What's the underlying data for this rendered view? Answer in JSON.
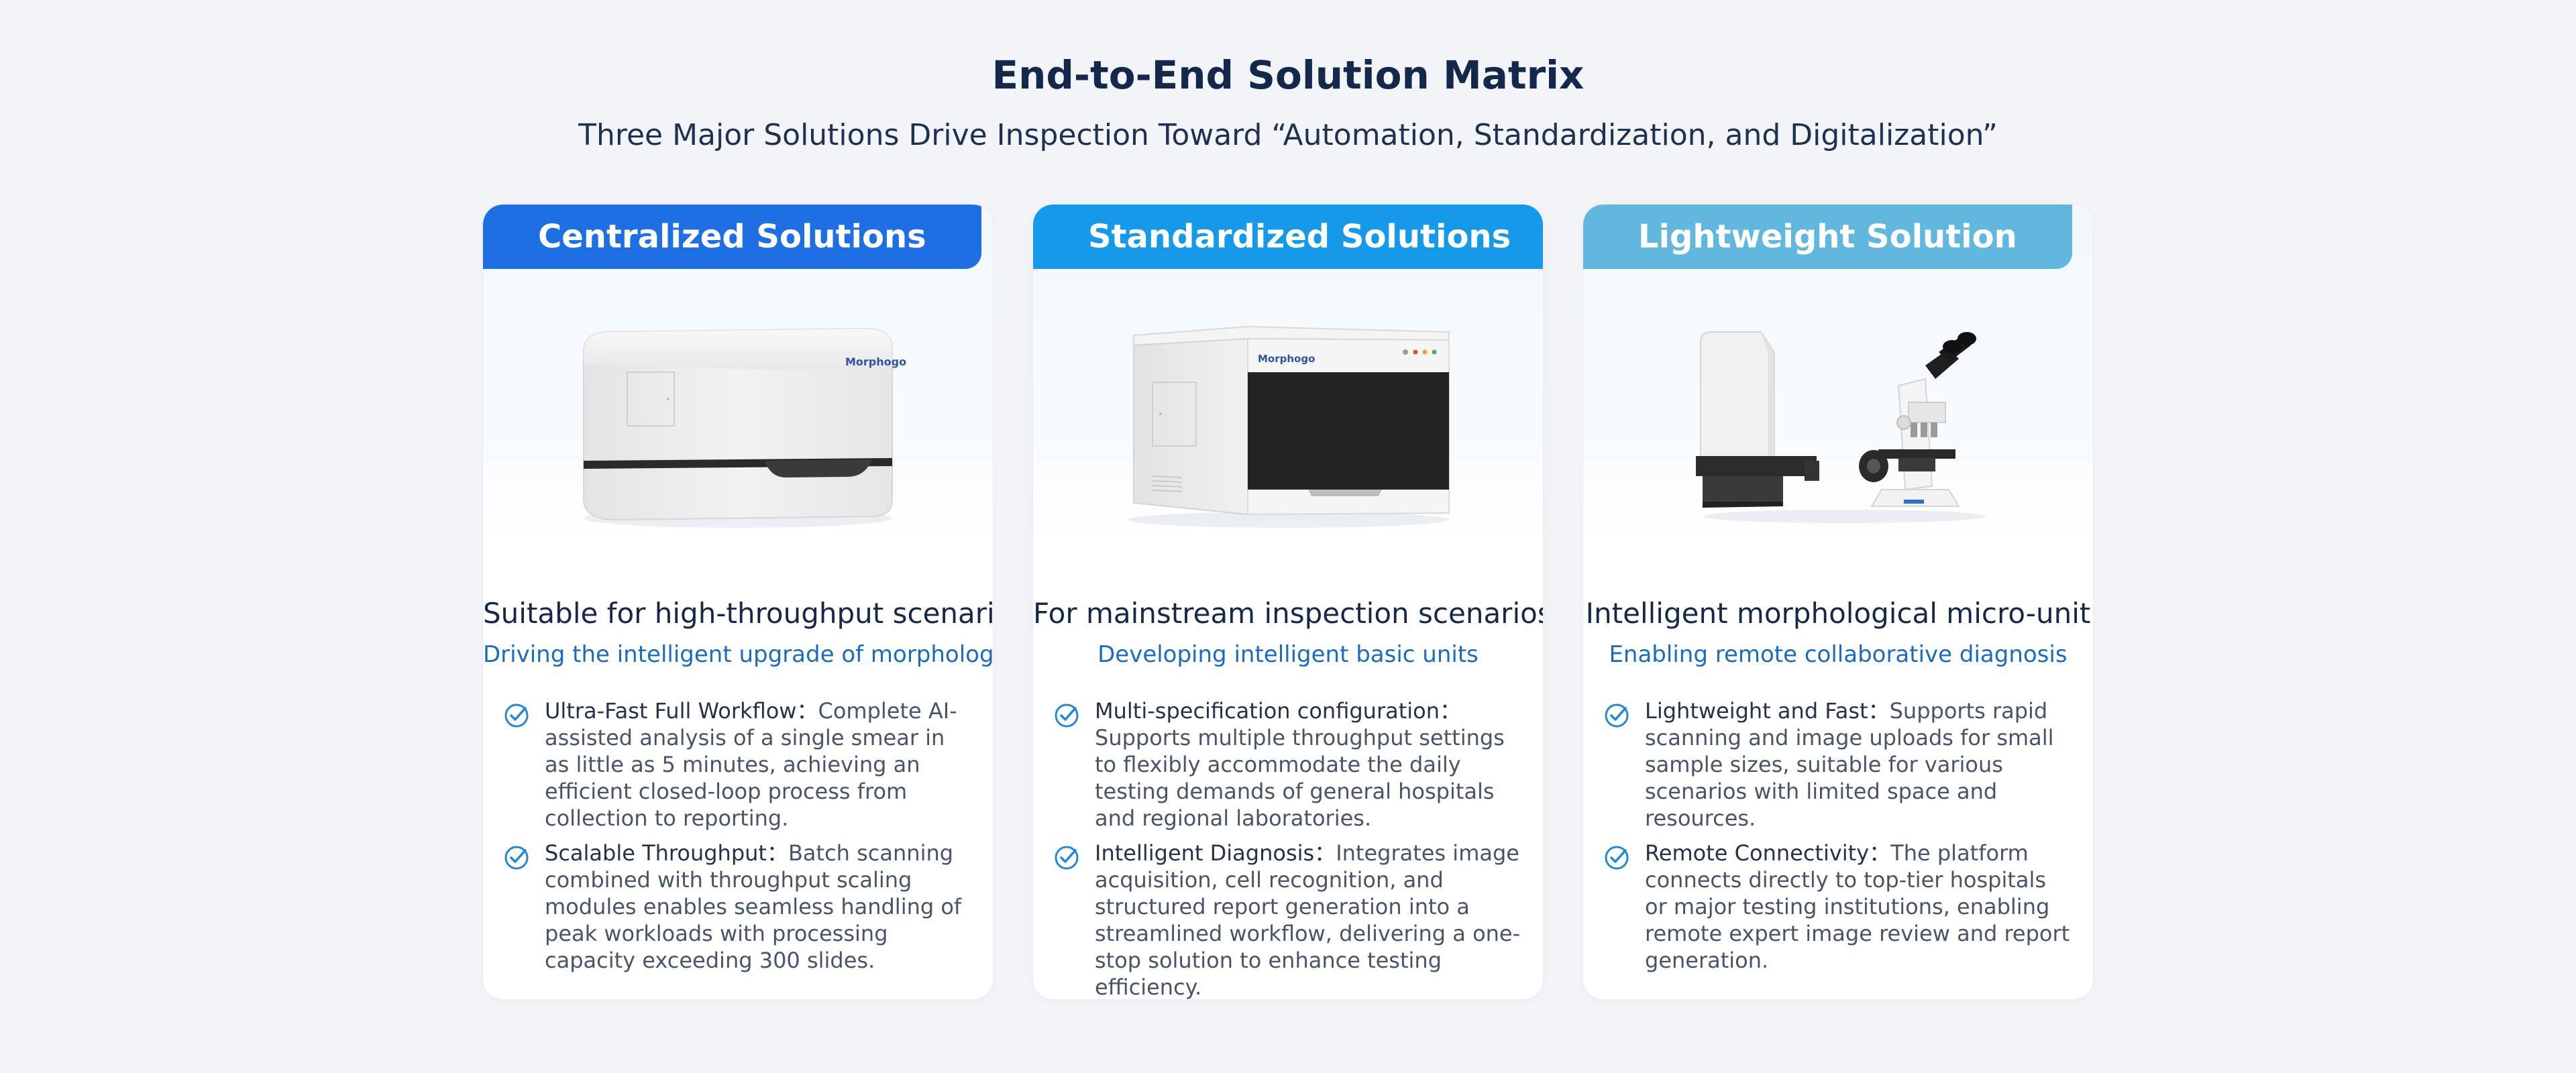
{
  "header": {
    "title": "End-to-End Solution Matrix",
    "subtitle": "Three Major Solutions Drive Inspection Toward “Automation, Standardization, and Digitalization”"
  },
  "colors": {
    "tab_centralized": "#1e6fe3",
    "tab_standardized": "#1699e8",
    "tab_lightweight": "#62b7df",
    "tagline": "#1a6cc0",
    "check": "#2487d8"
  },
  "cards": [
    {
      "tab": "Centralized Solutions",
      "brand": "Morphogo",
      "heading": "Suitable for high-throughput scenarios",
      "tagline": "Driving the intelligent upgrade of morphology",
      "features": [
        {
          "icon": "check-circle-icon",
          "label": "Ultra-Fast Full Workflow：",
          "text": "Complete AI-assisted analysis of a single smear in as little as 5 minutes, achieving an efficient closed-loop process from collection to reporting."
        },
        {
          "icon": "check-circle-icon",
          "label": "Scalable Throughput：",
          "text": "Batch scanning combined with throughput scaling modules enables seamless handling of peak workloads with processing capacity exceeding 300 slides."
        }
      ]
    },
    {
      "tab": "Standardized Solutions",
      "brand": "Morphogo",
      "heading": "For mainstream inspection scenarios",
      "tagline": "Developing intelligent basic units",
      "features": [
        {
          "icon": "check-circle-icon",
          "label": "Multi-specification configuration：",
          "text": "Supports multiple throughput settings to flexibly accommodate the daily testing demands of general hospitals and regional laboratories."
        },
        {
          "icon": "check-circle-icon",
          "label": "Intelligent Diagnosis：",
          "text": "Integrates image acquisition, cell recognition, and structured report generation into a streamlined workflow, delivering a one-stop solution to enhance testing efficiency."
        }
      ]
    },
    {
      "tab": "Lightweight Solution",
      "heading": "Intelligent morphological micro-unit",
      "tagline": "Enabling remote collaborative diagnosis",
      "features": [
        {
          "icon": "check-circle-icon",
          "label": "Lightweight and Fast：",
          "text": "Supports rapid scanning and image uploads for small sample sizes, suitable for various scenarios with limited space and resources."
        },
        {
          "icon": "check-circle-icon",
          "label": "Remote Connectivity：",
          "text": "The platform connects directly to top-tier hospitals or major testing institutions, enabling remote expert image review and report generation."
        }
      ]
    }
  ]
}
